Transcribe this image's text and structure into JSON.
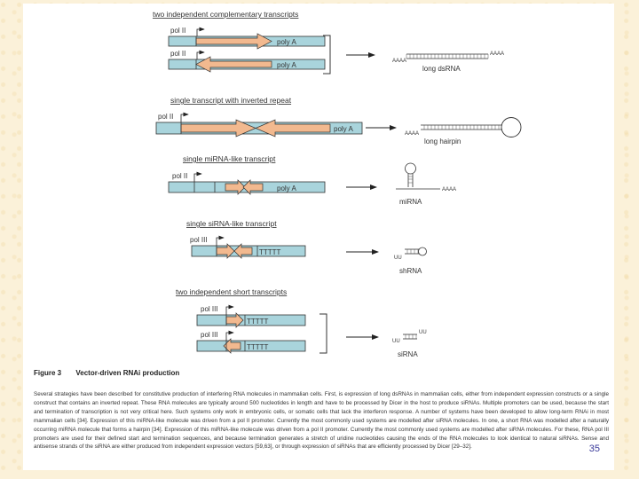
{
  "sections": {
    "s1": "two independent complementary transcripts",
    "s2": "single transcript with inverted repeat",
    "s3": "single miRNA-like transcript",
    "s4": "single siRNA-like transcript",
    "s5": "two independent short transcripts"
  },
  "labels": {
    "pol2": "pol II",
    "pol3": "pol III",
    "polyA": "poly A",
    "tttt": "TTTTT",
    "aaaa": "AAAA",
    "uu": "UU"
  },
  "products": {
    "long_dsrna": "long dsRNA",
    "long_hairpin": "long hairpin",
    "mirna": "miRNA",
    "shrna": "shRNA",
    "sirna": "siRNA"
  },
  "figure": {
    "number": "Figure 3",
    "title": "Vector-driven RNAi production",
    "caption": "Several strategies have been described for constitutive production of interfering RNA molecules in mammalian cells. First, is expression of long dsRNAs in mammalian cells, either from independent expression constructs or a single construct that contains an inverted repeat. These RNA molecules are typically around 500 nucleotides in length and have to be processed by Dicer in the host to produce siRNAs. Multiple promoters can be used, because the start and termination of transcription is not very critical here. Such systems only work in embryonic cells, or somatic cells that lack the interferon response. A number of systems have been developed to allow long-term RNAi in most mammalian cells [34]. Expression of this miRNA-like molecule was driven from a pol II promoter. Currently the most commonly used systems are modelled after siRNA molecules. In one, a short RNA was modelled after a naturally occurring miRNA molecule that forms a hairpin [34]. Expression of this miRNA-like molecule was driven from a pol II promoter. Currently the most commonly used systems are modelled after siRNA molecules. For these, RNA pol III promoters are used for their defined start and termination sequences, and because termination generates a stretch of uridine nucleotides causing the ends of the RNA molecules to look identical to natural siRNAs. Sense and antisense strands of the siRNA are either produced from independent expression vectors [59,63], or through expression of siRNAs that are efficiently processed by Dicer [29–32]."
  },
  "slide_number": "35",
  "colors": {
    "vector": "#a9d4dc",
    "insert": "#f2b98f",
    "line": "#333333"
  }
}
